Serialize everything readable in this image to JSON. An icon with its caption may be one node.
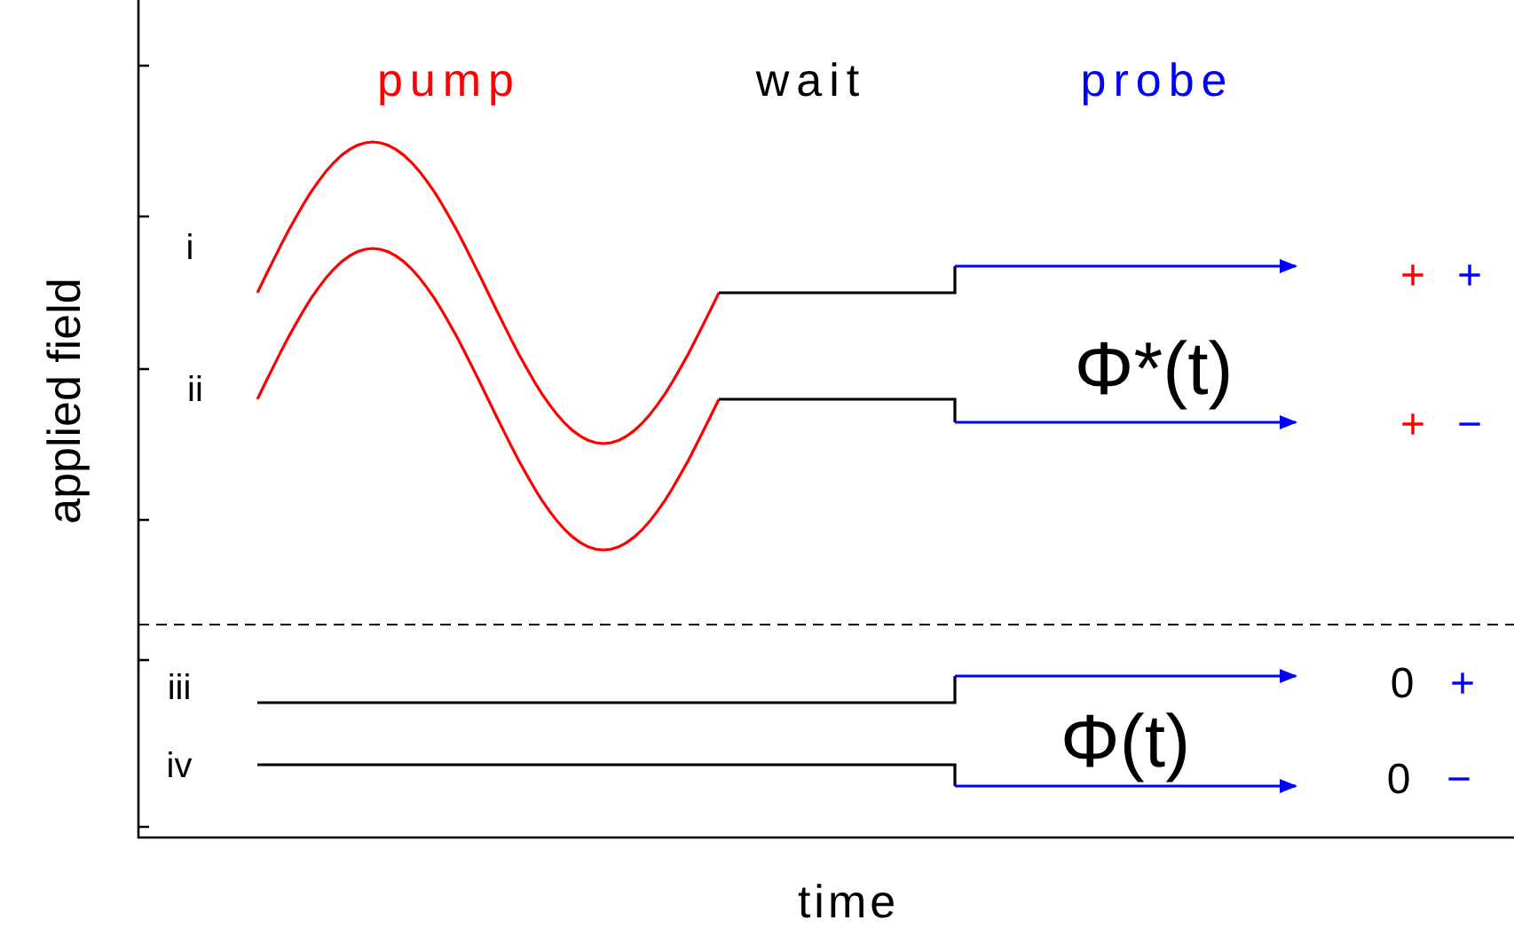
{
  "diagram": {
    "labels": [
      "pump",
      "wait",
      "probe",
      "i",
      "+",
      "+",
      "Φ*(t)",
      "ii",
      "+",
      "−",
      "applied field",
      "iii",
      "0",
      "+",
      "Φ(t)",
      "iv",
      "0",
      "−",
      "time"
    ]
  }
}
